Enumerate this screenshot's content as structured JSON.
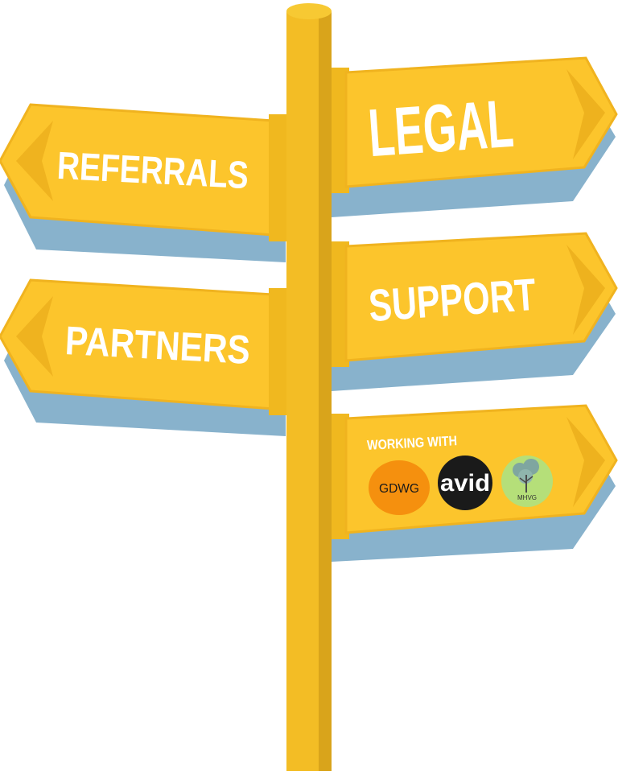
{
  "signs": {
    "legal": {
      "label": "LEGAL"
    },
    "referrals": {
      "label": "REFERRALS"
    },
    "support": {
      "label": "SUPPORT"
    },
    "partners": {
      "label": "PARTNERS"
    },
    "working": {
      "label": "WORKING WITH",
      "logos": {
        "gdwg": {
          "text": "GDWG"
        },
        "avid": {
          "text": "avid"
        },
        "mhvg": {
          "text": "MHVG"
        }
      }
    }
  },
  "colors": {
    "sign_yellow": "#fcc52c",
    "sign_edge": "#f3b41b",
    "arrow_tip": "#e9aa17",
    "shadow_blue": "#88b2cc",
    "post": "#f3bd25",
    "post_dark": "#d9a41b",
    "gdwg": "#f5900e",
    "avid": "#1a1a1a",
    "mhvg": "#b5df79"
  }
}
